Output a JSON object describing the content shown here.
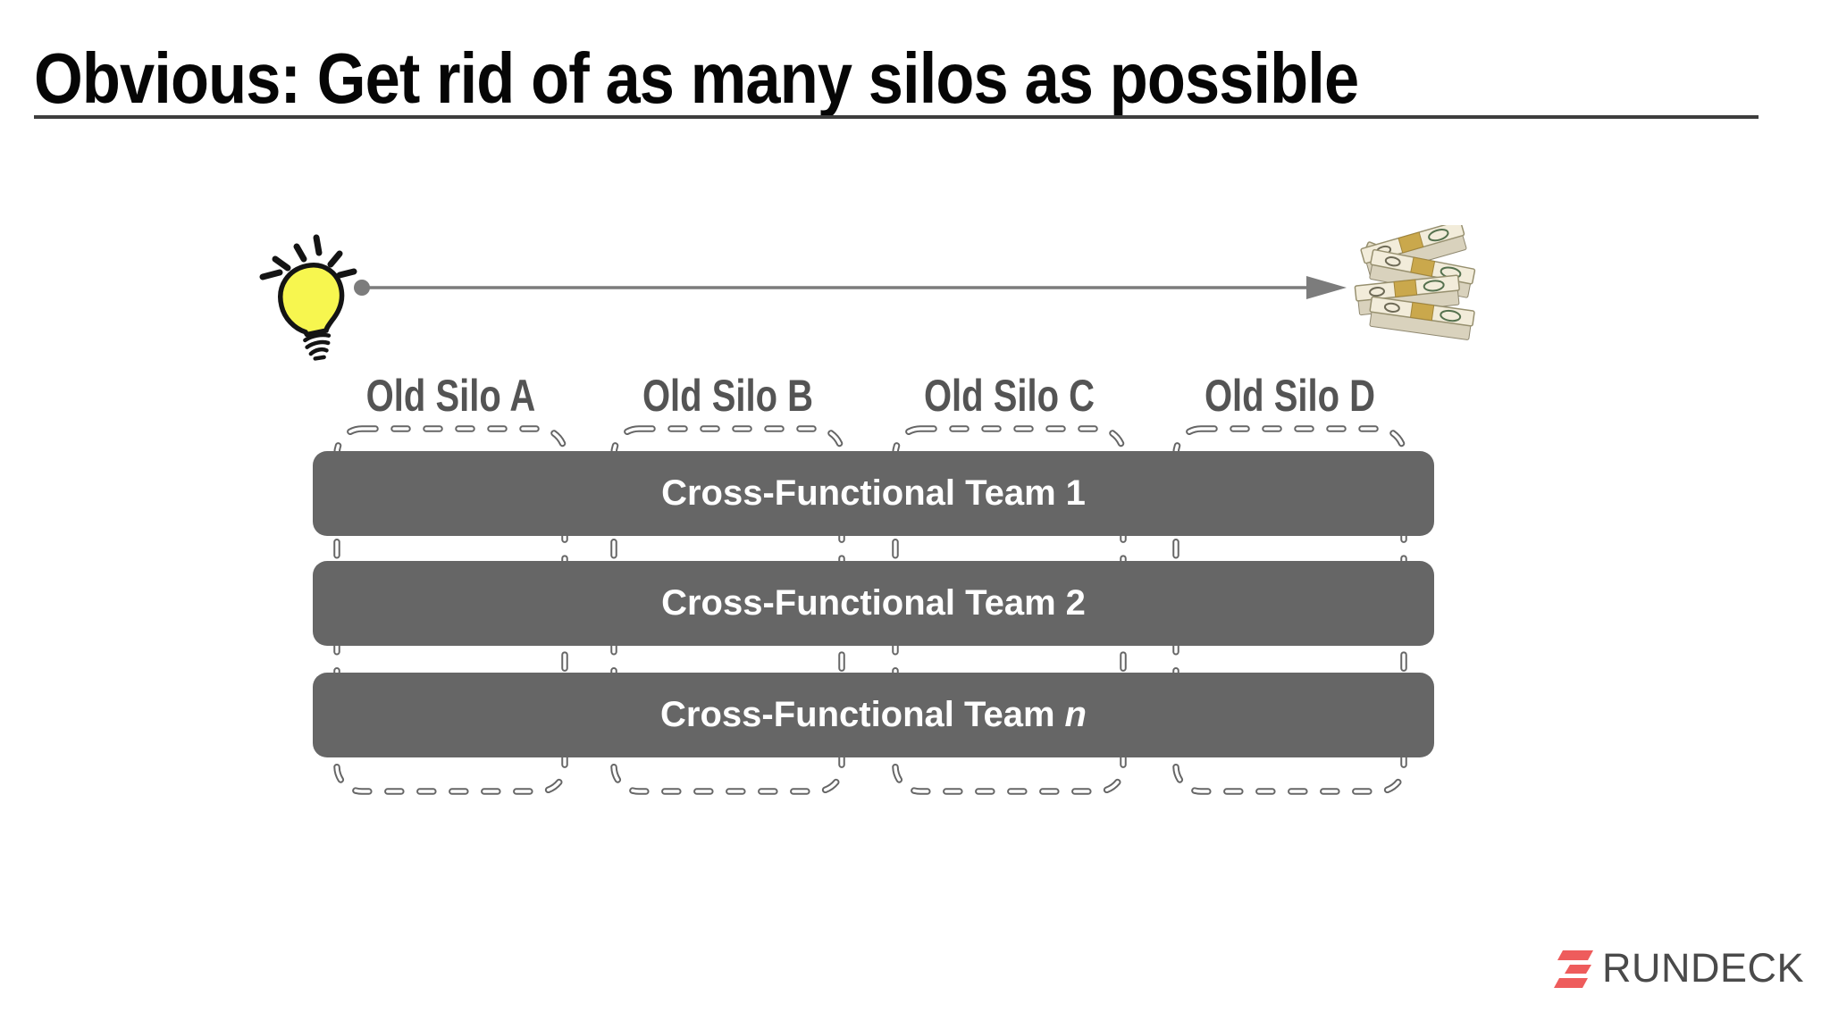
{
  "slide": {
    "title": "Obvious: Get rid of as many silos as possible",
    "brand": "RUNDECK"
  },
  "diagram": {
    "idea_icon": "lightbulb",
    "reward_icon": "money-stack",
    "connector_icon": "right-arrow",
    "silos": [
      {
        "label": "Old Silo A"
      },
      {
        "label": "Old Silo B"
      },
      {
        "label": "Old Silo C"
      },
      {
        "label": "Old Silo D"
      }
    ],
    "teams": [
      {
        "label_prefix": "Cross-Functional Team",
        "label_suffix": "1",
        "suffix_style": "normal"
      },
      {
        "label_prefix": "Cross-Functional Team",
        "label_suffix": "2",
        "suffix_style": "normal"
      },
      {
        "label_prefix": "Cross-Functional Team",
        "label_suffix": "n",
        "suffix_style": "italic"
      }
    ]
  },
  "colors": {
    "team_bar": "#666666",
    "dashed_frame": "#666666",
    "silo_label": "#545454",
    "arrow": "#7c7c7c",
    "title_underline": "#3d3d3d",
    "brand_red": "#ee5c5c",
    "brand_text": "#4a4a4a",
    "bulb_yellow": "#f7f64f"
  }
}
